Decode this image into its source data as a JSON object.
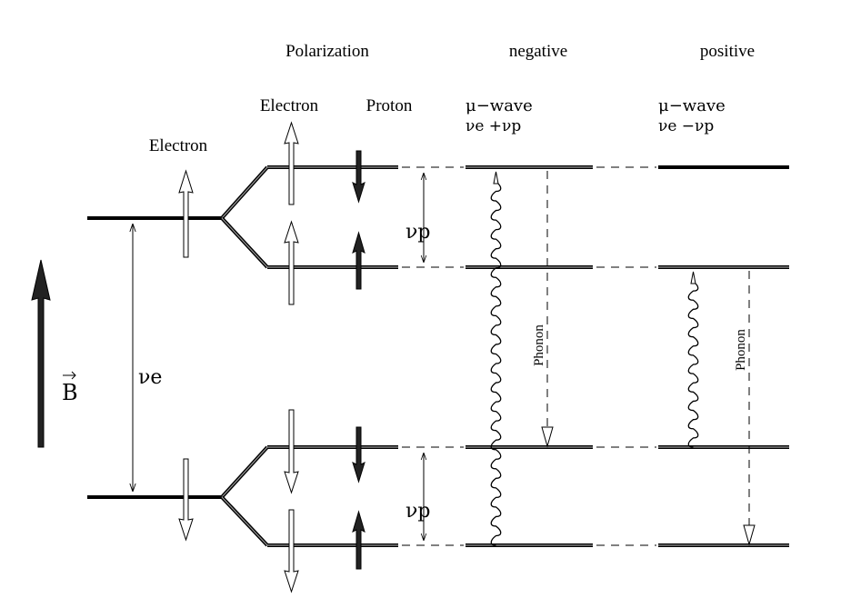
{
  "header": {
    "polarization": "Polarization",
    "negative": "negative",
    "positive": "positive",
    "electron_col": "Electron",
    "proton_col": "Proton",
    "electron_left": "Electron"
  },
  "transitions": {
    "negative_mu": "μ−wave",
    "negative_freq": "νe +νp",
    "positive_mu": "μ−wave",
    "positive_freq": "νe −νp"
  },
  "labels": {
    "field": "B",
    "nu_e": "νe",
    "nu_p_upper": "νp",
    "nu_p_lower": "νp",
    "phonon_negative": "Phonon",
    "phonon_positive": "Phonon"
  }
}
